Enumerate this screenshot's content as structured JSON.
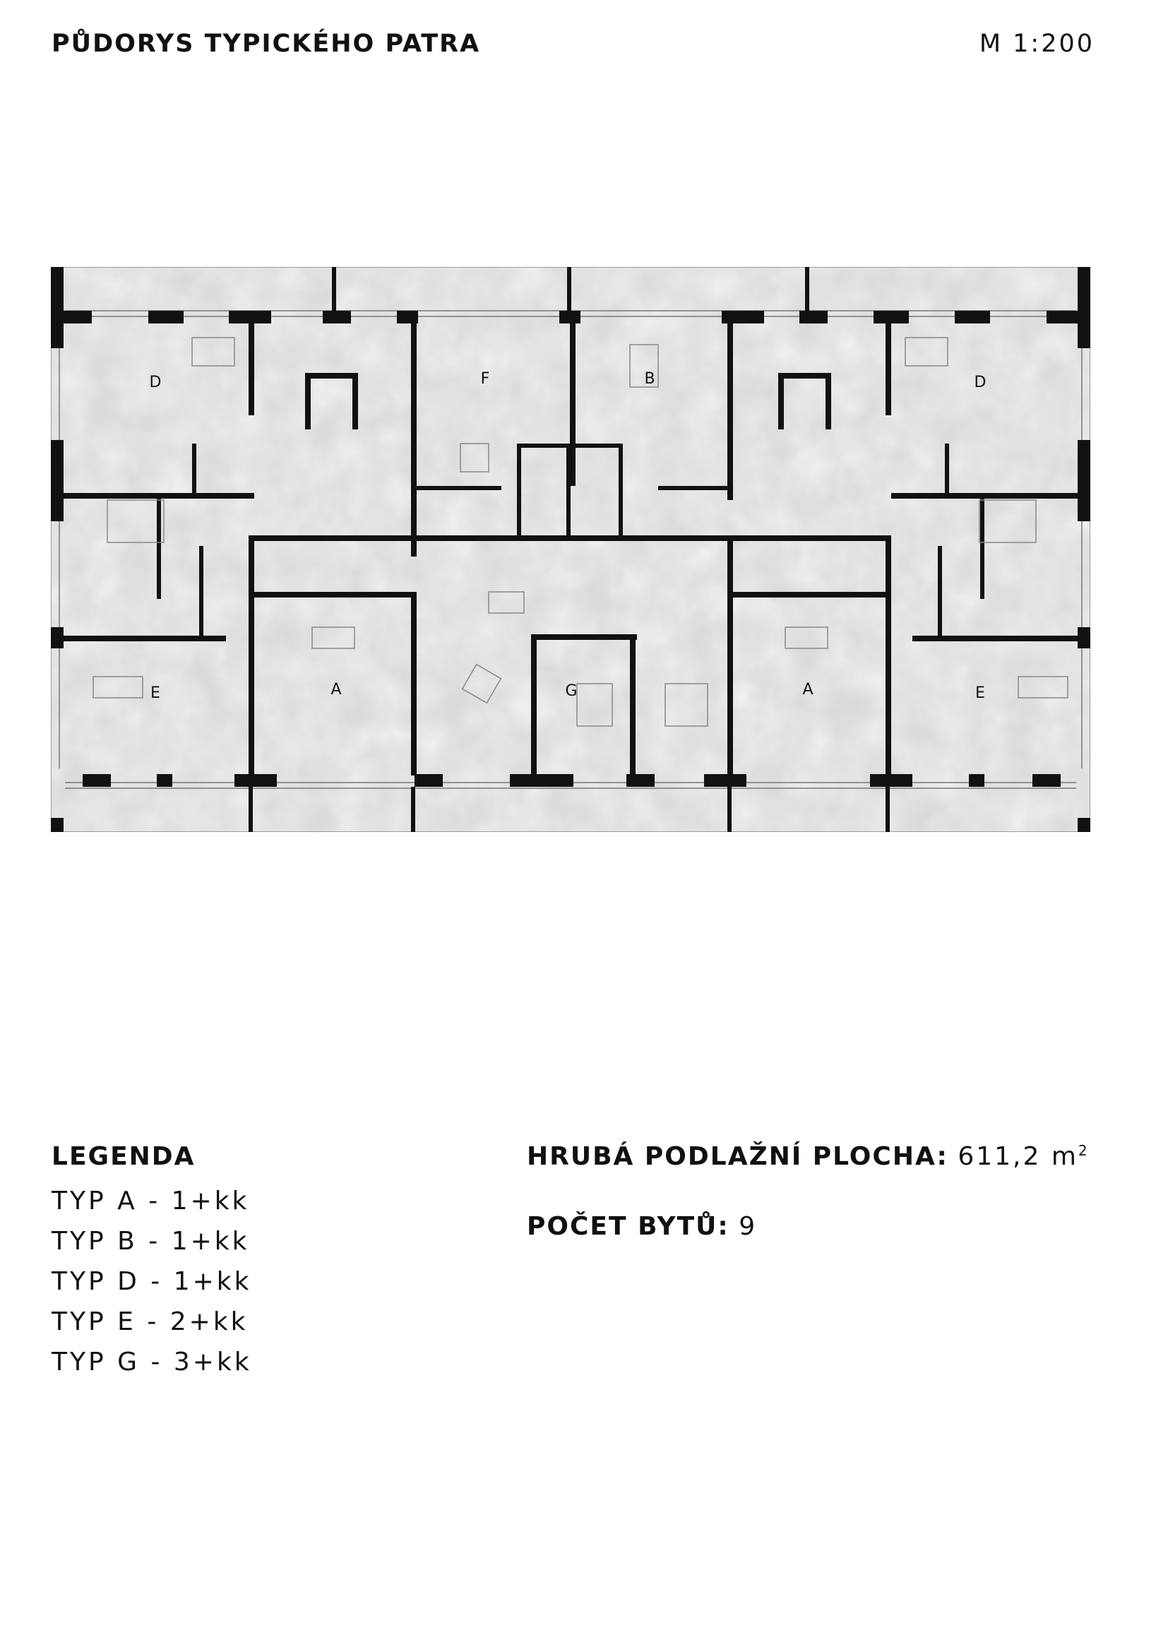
{
  "header": {
    "title": "PŮDORYS TYPICKÉHO PATRA",
    "scale": "M 1:200"
  },
  "plan": {
    "apartment_labels": [
      "D",
      "F",
      "B",
      "D",
      "E",
      "A",
      "G",
      "A",
      "E"
    ]
  },
  "legend": {
    "heading": "LEGENDA",
    "items": [
      "TYP A - 1+kk",
      "TYP B - 1+kk",
      "TYP D - 1+kk",
      "TYP E - 2+kk",
      "TYP G - 3+kk"
    ]
  },
  "stats": {
    "area_label": "HRUBÁ PODLAŽNÍ PLOCHA:",
    "area_value": "611,2 m",
    "area_unit_sup": "2",
    "units_label": "POČET BYTŮ:",
    "units_value": "9"
  }
}
